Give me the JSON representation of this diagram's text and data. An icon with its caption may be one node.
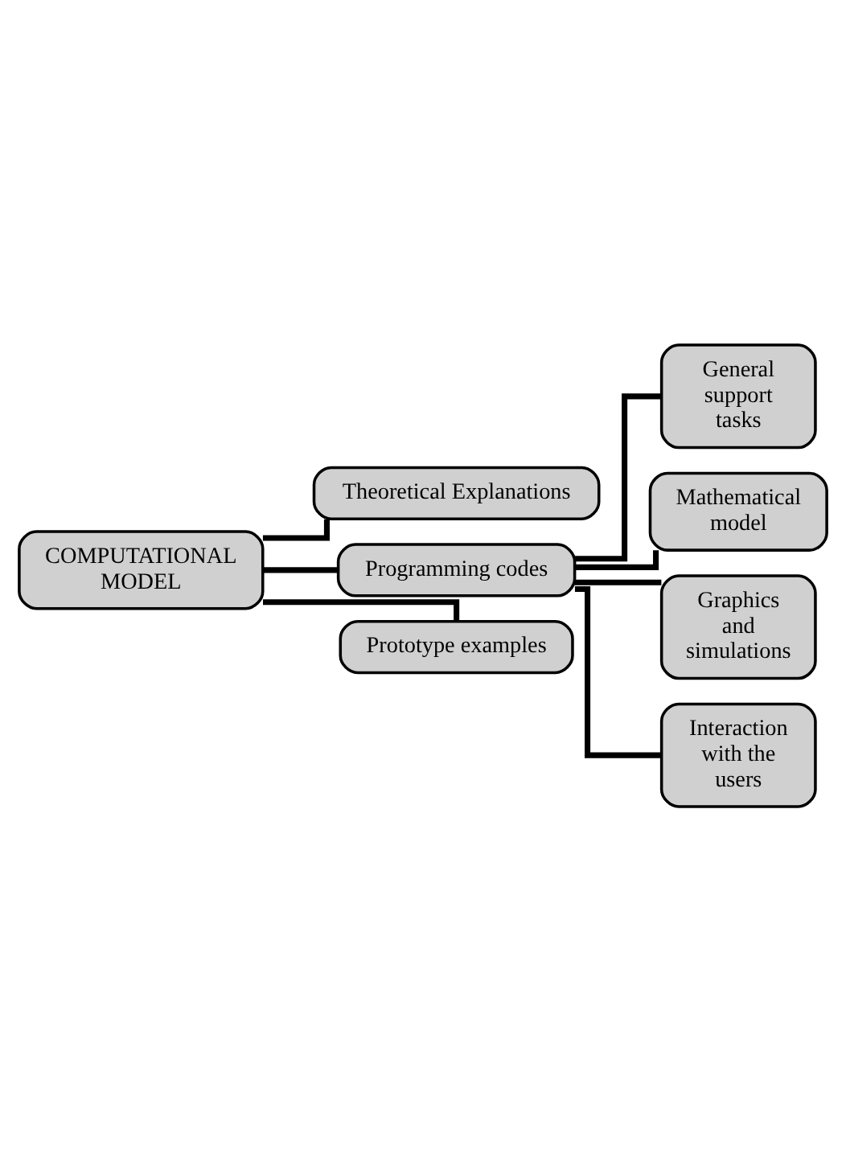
{
  "diagram": {
    "nodes": [
      {
        "text": [
          "COMPUTATIONAL MODEL"
        ]
      },
      {
        "text": [
          "Theoretical Explanations"
        ]
      },
      {
        "text": [
          "Programming codes"
        ]
      },
      {
        "text": [
          "General support tasks"
        ]
      },
      {
        "text": [
          "Mathematical model"
        ]
      },
      {
        "text": [
          "Graphics and simulations"
        ]
      },
      {
        "text": [
          "Interaction with the users"
        ]
      },
      {
        "text": [
          "Prototype examples"
        ]
      }
    ],
    "edges": [
      {
        "from": 0,
        "to": 1,
        "arrow": "none"
      },
      {
        "from": 0,
        "to": 2,
        "arrow": "none"
      },
      {
        "from": 2,
        "to": 3,
        "arrow": "none"
      },
      {
        "from": 2,
        "to": 4,
        "arrow": "none"
      },
      {
        "from": 2,
        "to": 5,
        "arrow": "none"
      },
      {
        "from": 2,
        "to": 6,
        "arrow": "none"
      },
      {
        "from": 0,
        "to": 7,
        "arrow": "none"
      }
    ]
  }
}
